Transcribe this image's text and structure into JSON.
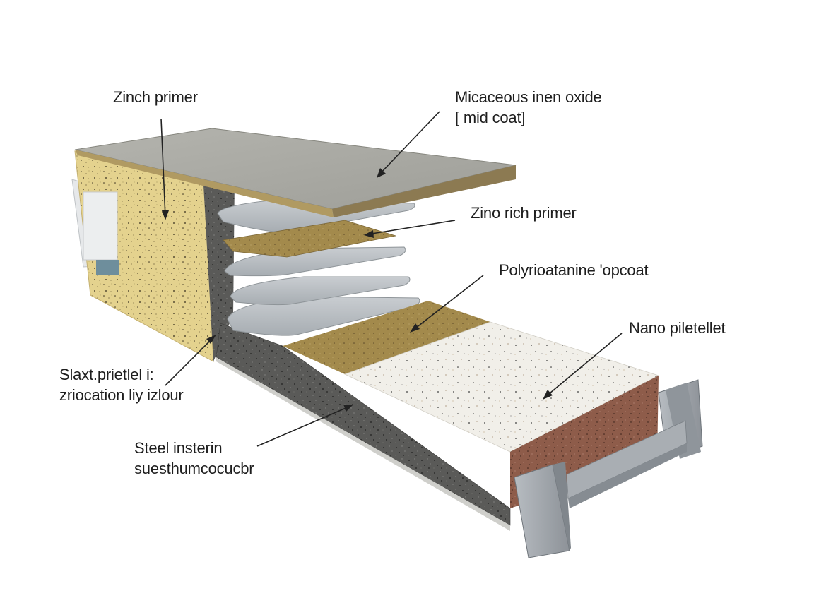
{
  "labels": {
    "zinch_primer": "Zinch primer",
    "micaceous_line1": "Micaceous inen oxide",
    "micaceous_line2": "[ mid coat]",
    "zino_rich_primer": "Zino rich primer",
    "polyrioatanine_topcoat": "Polyrioatanine 'opcoat",
    "nano_piletellet": "Nano piletellet",
    "slaxt_line1": "Slaxt.prietlel i:",
    "slaxt_line2": "zriocation liy izlour",
    "steel_line1": "Steel insterin",
    "steel_line2": "suesthumcocucbr"
  },
  "colors": {
    "top_slab": "#a8a8a2",
    "sand_layer": "#a08848",
    "gray_layer": "#b8bcbf",
    "dark_concrete": "#5c5c5a",
    "white_layer": "#f2f1ec",
    "red_edge": "#8c5a48",
    "yellow_block": "#e2cf8c",
    "steel": "#9ea3a8",
    "annotation_line": "#222222"
  }
}
